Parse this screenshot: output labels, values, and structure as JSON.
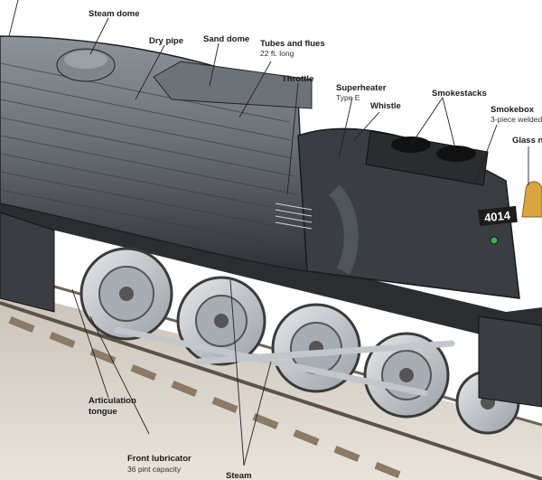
{
  "diagram": {
    "locomotive_number": "4014",
    "labels": {
      "steam_dome": "Steam dome",
      "dry_pipe": "Dry pipe",
      "sand_dome": "Sand dome",
      "tubes_flues": "Tubes and flues",
      "tubes_flues_sub": "22 ft. long",
      "throttle": "Throttle",
      "superheater": "Superheater",
      "superheater_sub": "Type E",
      "whistle": "Whistle",
      "smokestacks": "Smokestacks",
      "smokebox": "Smokebox",
      "smokebox_sub": "3-piece welded",
      "glass_number": "Glass nu",
      "articulation_tongue_1": "Articulation",
      "articulation_tongue_2": "tongue",
      "front_lubricator": "Front lubricator",
      "front_lubricator_sub": "36 pint capacity",
      "steam": "Steam"
    },
    "colors": {
      "boiler": "#5a5e63",
      "boiler_dark": "#2f3236",
      "wheel": "#c9cdd1",
      "track": "#8a7a66",
      "accent_number_bg": "#1c1c1c",
      "bell": "#d9a441"
    }
  }
}
